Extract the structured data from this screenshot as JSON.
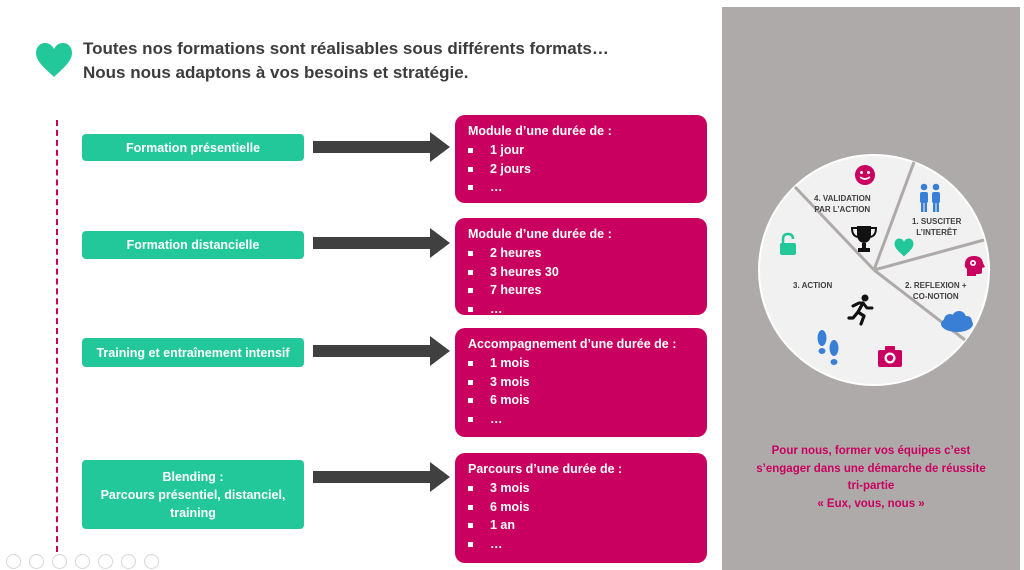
{
  "header": {
    "line1": "Toutes nos formations sont réalisables sous différents formats…",
    "line2": "Nous nous adaptons à vos besoins et stratégie."
  },
  "formats": [
    {
      "label": "Formation présentielle",
      "head": "Module d’une durée de :",
      "items": [
        "1 jour",
        "2 jours",
        "…"
      ]
    },
    {
      "label": "Formation distancielle",
      "head": "Module d’une durée de :",
      "items": [
        "2 heures",
        "3 heures 30",
        "7 heures",
        "…"
      ]
    },
    {
      "label": "Training et entraînement intensif",
      "head": "Accompagnement d’une durée de :",
      "items": [
        "1 mois",
        "3 mois",
        "6 mois",
        "…"
      ]
    },
    {
      "label_lines": [
        "Blending :",
        "Parcours présentiel, distanciel,",
        "training"
      ],
      "head": "Parcours d’une durée de :",
      "items": [
        "3 mois",
        "6 mois",
        "1 an",
        "…"
      ]
    }
  ],
  "wheel": {
    "seg1": [
      "1. SUSCITER",
      "L’INTERÊT"
    ],
    "seg2": [
      "2. REFLEXION +",
      "CO-NOTION"
    ],
    "seg3": [
      "3. ACTION"
    ],
    "seg4": [
      "4. VALIDATION",
      "PAR L’ACTION"
    ]
  },
  "caption": {
    "line1": "Pour nous,  former vos équipes c’est",
    "line2": "s’engager dans une démarche de réussite",
    "line3": "tri-partie",
    "line4": "« Eux, vous, nous »"
  },
  "colors": {
    "pink": "#c9005f",
    "green": "#22c89a",
    "panel": "#aeaaaa"
  }
}
